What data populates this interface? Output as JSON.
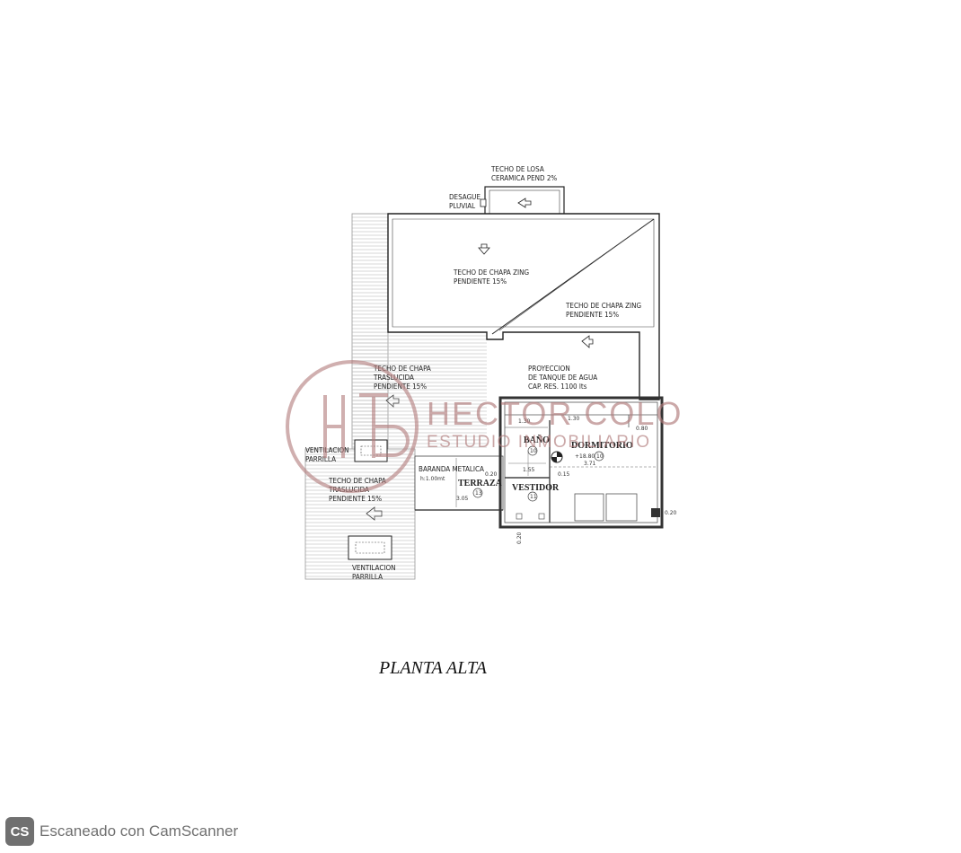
{
  "drawing": {
    "title": "PLANTA ALTA",
    "labels": {
      "techo_losa_1": "TECHO DE LOSA",
      "techo_losa_2": "CERAMICA PEND 2%",
      "desague_1": "DESAGUE",
      "desague_2": "PLUVIAL",
      "chapa_zing_a_1": "TECHO DE CHAPA ZING",
      "chapa_zing_a_2": "PENDIENTE 15%",
      "chapa_zing_b_1": "TECHO DE CHAPA ZING",
      "chapa_zing_b_2": "PENDIENTE 15%",
      "traslucida_a_1": "TECHO DE CHAPA",
      "traslucida_a_2": "TRASLUCIDA",
      "traslucida_a_3": "PENDIENTE 15%",
      "traslucida_b_1": "TECHO DE CHAPA",
      "traslucida_b_2": "TRASLUCIDA",
      "traslucida_b_3": "PENDIENTE 15%",
      "proyeccion_1": "PROYECCION",
      "proyeccion_2": "DE TANQUE DE AGUA",
      "proyeccion_3": "CAP. RES. 1100 lts",
      "vent_a_1": "VENTILACION",
      "vent_a_2": "PARRILLA",
      "vent_b_1": "VENTILACION",
      "vent_b_2": "PARRILLA",
      "baranda_1": "BARANDA METALICA",
      "baranda_2": "h:1.00mt"
    },
    "rooms": {
      "bano": "BAÑO",
      "bano_num": "10",
      "dormitorio": "DORMITORIO",
      "dormitorio_num": "10",
      "terraza": "TERRAZA",
      "terraza_num": "13",
      "vestidor": "VESTIDOR",
      "vestidor_num": "11"
    },
    "dims": {
      "d_130": "1.30",
      "d_130b": "1.30",
      "d_155": "1.55",
      "d_020a": "0.20",
      "d_015": "0.15",
      "d_371": "3.71",
      "d_305": "3.05",
      "d_020b": "0.20",
      "d_020c": "0.20",
      "d_080": "0.80",
      "level": "+18.80"
    }
  },
  "watermark": {
    "brand": "HECTOR COLO",
    "sub": "ESTUDIO INMOBILIARIO",
    "color": "#b07a7a"
  },
  "footer": {
    "logo": "CS",
    "text": "Escaneado con CamScanner"
  }
}
